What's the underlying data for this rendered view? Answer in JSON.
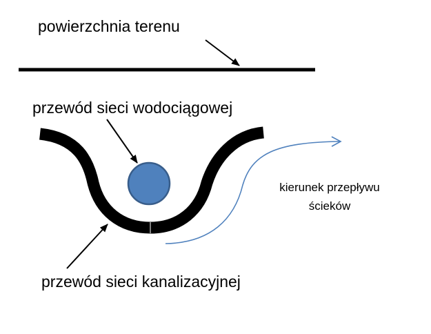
{
  "labels": {
    "terrain_surface": "powierzchnia terenu",
    "water_pipe": "przewód sieci wodociągowej",
    "sewer_pipe": "przewód sieci kanalizacyjnej",
    "flow_direction_line1": "kierunek przepływu",
    "flow_direction_line2": "ścieków"
  },
  "colors": {
    "ground_line": "#000000",
    "sewer_pipe": "#000000",
    "water_pipe_fill": "#4f81bd",
    "water_pipe_stroke": "#385d8a",
    "flow_arrow": "#4f81bd",
    "pointer_arrows": "#000000"
  }
}
